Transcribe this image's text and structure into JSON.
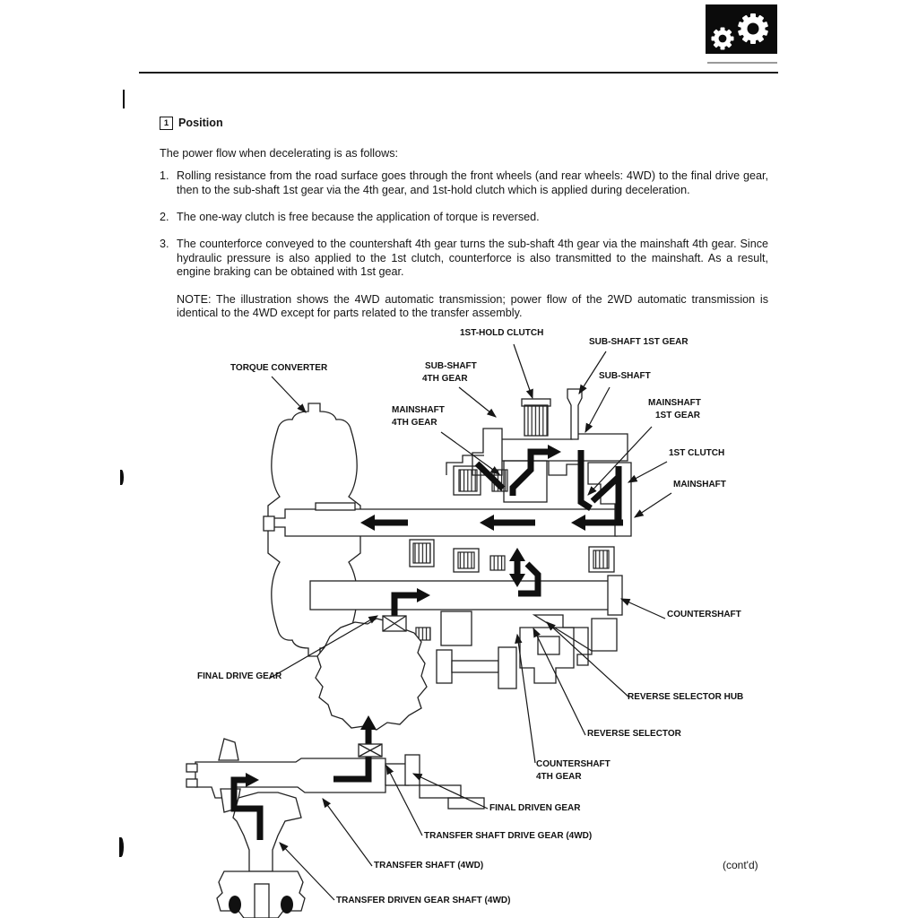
{
  "page": {
    "header": {
      "icon": "gears-icon"
    },
    "section": {
      "number": "1",
      "title": "Position"
    },
    "intro": "The power flow when decelerating is as follows:",
    "items": [
      {
        "num": "1.",
        "text": "Rolling resistance from the road surface goes through the front wheels (and rear wheels: 4WD) to the final drive gear, then to the sub-shaft 1st gear via the 4th gear, and 1st-hold clutch which is applied during deceleration."
      },
      {
        "num": "2.",
        "text": "The one-way clutch is free because the application of torque is reversed."
      },
      {
        "num": "3.",
        "text": "The counterforce conveyed to the countershaft 4th gear turns the sub-shaft 4th gear via the mainshaft 4th gear. Since hydraulic pressure is also applied to the 1st clutch, counterforce is also transmitted to the mainshaft. As a result, engine braking can be obtained with 1st gear."
      }
    ],
    "note": "NOTE:  The illustration shows the 4WD automatic transmission; power flow of the 2WD automatic transmission is identical to the 4WD except for parts related to the transfer assembly.",
    "contd": "(cont'd)"
  },
  "diagram": {
    "labels": [
      {
        "id": "1st-hold-clutch",
        "text": "1ST-HOLD CLUTCH"
      },
      {
        "id": "sub-shaft-1st-gear",
        "text": "SUB-SHAFT 1ST GEAR"
      },
      {
        "id": "torque-converter",
        "text": "TORQUE CONVERTER"
      },
      {
        "id": "sub-shaft-4th-gear-line1",
        "text": "SUB-SHAFT"
      },
      {
        "id": "sub-shaft-4th-gear-line2",
        "text": "4TH GEAR"
      },
      {
        "id": "sub-shaft",
        "text": "SUB-SHAFT"
      },
      {
        "id": "mainshaft-1st-gear-line1",
        "text": "MAINSHAFT"
      },
      {
        "id": "mainshaft-1st-gear-line2",
        "text": "1ST GEAR"
      },
      {
        "id": "mainshaft-4th-gear-line1",
        "text": "MAINSHAFT"
      },
      {
        "id": "mainshaft-4th-gear-line2",
        "text": "4TH GEAR"
      },
      {
        "id": "1st-clutch",
        "text": "1ST CLUTCH"
      },
      {
        "id": "mainshaft",
        "text": "MAINSHAFT"
      },
      {
        "id": "countershaft",
        "text": "COUNTERSHAFT"
      },
      {
        "id": "final-drive-gear",
        "text": "FINAL DRIVE GEAR"
      },
      {
        "id": "reverse-selector-hub",
        "text": "REVERSE SELECTOR HUB"
      },
      {
        "id": "reverse-selector",
        "text": "REVERSE SELECTOR"
      },
      {
        "id": "countershaft-4th-gear-line1",
        "text": "COUNTERSHAFT"
      },
      {
        "id": "countershaft-4th-gear-line2",
        "text": "4TH GEAR"
      },
      {
        "id": "final-driven-gear",
        "text": "FINAL DRIVEN GEAR"
      },
      {
        "id": "transfer-shaft-drive-gear",
        "text": "TRANSFER SHAFT DRIVE GEAR (4WD)"
      },
      {
        "id": "transfer-shaft",
        "text": "TRANSFER SHAFT (4WD)"
      },
      {
        "id": "transfer-driven-gear-shaft",
        "text": "TRANSFER DRIVEN GEAR SHAFT (4WD)"
      }
    ]
  },
  "colors": {
    "ink": "#161616",
    "paper": "#ffffff",
    "icon_bg": "#0b0b0b"
  }
}
